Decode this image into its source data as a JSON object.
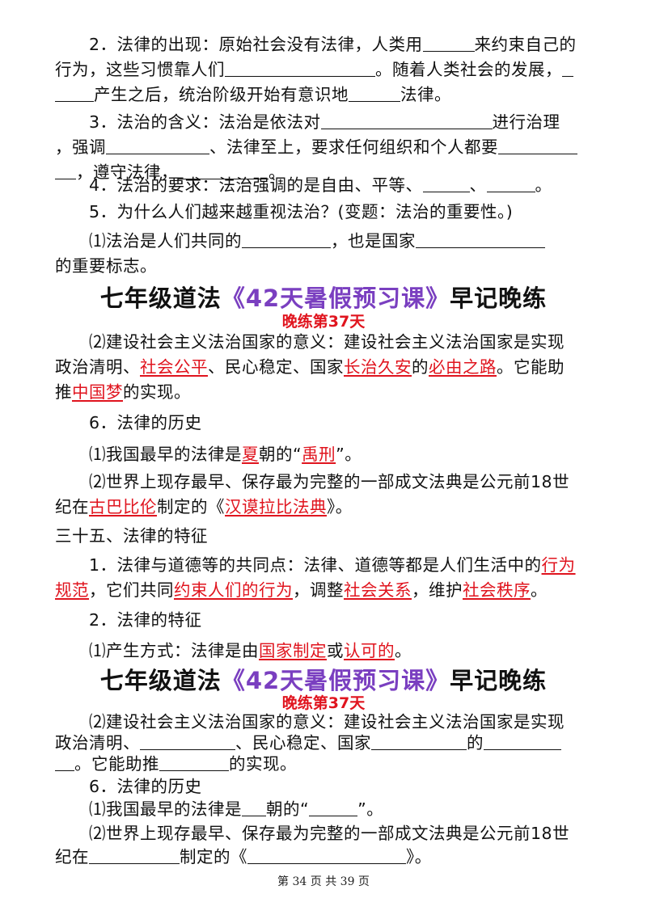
{
  "top": {
    "p2_line1a": "2．法律的出现：原始社会没有法律，人类用",
    "p2_line1b": "来约束自己的",
    "p2_line2a": "行为，这些习惯靠人们",
    "p2_line2b": "。随着人类社会的发展，",
    "p2_line3a": "产生之后，统治阶级开始有意识地",
    "p2_line3b": "法律。",
    "p3_line1a": "3．法治的含义：法治是依法对",
    "p3_line1b": "进行治理",
    "p3_line2a": "，强调",
    "p3_line2b": "、法律至上，要求任何组织和个人都要",
    "p3_line3a": "，遵守法律，",
    "p3_line3b": "。",
    "p4a": "4．法治的要求：法治强调的是自由、平等、",
    "p4b": "、",
    "p4c": "。",
    "p5": "5．为什么人们越来越重视法治？(变题：法治的重要性。)",
    "p5_1a": "⑴法治是人们共同的",
    "p5_1b": "，也是国家",
    "p5_1c": "的重要标志。"
  },
  "header1": {
    "title_pre": "七年级道法",
    "title_accent": "《42天暑假预习课》",
    "title_post": "早记晚练",
    "subtitle": "晚练第37天"
  },
  "answers": {
    "q2_line1": "⑵建设社会主义法治国家的意义：建设社会主义法治国家是实现",
    "q2_line2a": "政治清明、",
    "q2_red1": "社会公平",
    "q2_line2b": "、民心稳定、国家",
    "q2_red2": "长治久安",
    "q2_line2c": "的",
    "q2_red3": "必由之路",
    "q2_line2d": "。它能助",
    "q2_line3a": "推",
    "q2_red4": "中国梦",
    "q2_line3b": "的实现。",
    "h6": "6．法律的历史",
    "q6_1a": "⑴我国最早的法律是",
    "q6_1red1": "夏",
    "q6_1b": "朝的“",
    "q6_1red2": "禹刑",
    "q6_1c": "”。",
    "q6_2line1": "⑵世界上现存最早、保存最为完整的一部成文法典是公元前18世",
    "q6_2a": "纪在",
    "q6_2red1": "古巴比伦",
    "q6_2b": "制定的《",
    "q6_2red2": "汉谟拉比法典",
    "q6_2c": "》。",
    "sec35": "三十五、法律的特征",
    "q1a": "1．法律与道德等的共同点：法律、道德等都是人们生活中的",
    "q1red1": "行为",
    "q1red1b": "规范",
    "q1b": "，它们共同",
    "q1red2": "约束人们的行为",
    "q1c": "，调整",
    "q1red3": "社会关系",
    "q1d": "，维护",
    "q1red4": "社会秩序",
    "q1e": "。",
    "h2": "2．法律的特征",
    "f1a": "⑴产生方式：法律是由",
    "f1red1": "国家制定",
    "f1b": "或",
    "f1red2": "认可的",
    "f1c": "。"
  },
  "header2": {
    "title_pre": "七年级道法",
    "title_accent": "《42天暑假预习课》",
    "title_post": "早记晚练",
    "subtitle": "晚练第37天"
  },
  "blanks": {
    "q2_line1": "⑵建设社会主义法治国家的意义：建设社会主义法治国家是实现",
    "q2_line2a": "政治清明、",
    "q2_line2b": "、民心稳定、国家",
    "q2_line2c": "的",
    "q2_line3a": "。它能助推",
    "q2_line3b": "的实现。",
    "h6": "6．法律的历史",
    "q6_1a": "⑴我国最早的法律是",
    "q6_1b": "朝的“",
    "q6_1c": "”。",
    "q6_2line1": "⑵世界上现存最早、保存最为完整的一部成文法典是公元前18世",
    "q6_2a": "纪在",
    "q6_2b": "制定的《",
    "q6_2c": "》。"
  },
  "footer": "第 34 页 共 39 页"
}
